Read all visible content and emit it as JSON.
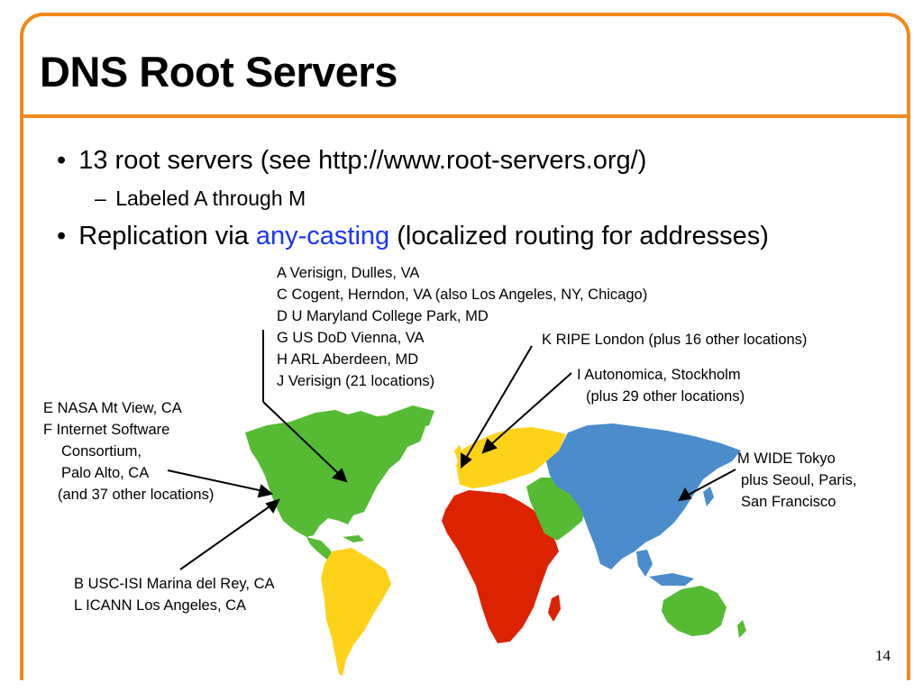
{
  "slide": {
    "title": "DNS Root Servers",
    "slide_number": "14",
    "bullets": [
      {
        "dot": "•",
        "text": "13 root servers (see http://www.root-servers.org/)"
      },
      {
        "dot": "•",
        "text_before": "Replication via ",
        "highlight": "any-casting",
        "text_after": " (localized routing for addresses)"
      }
    ],
    "sub_bullets": [
      {
        "dash": "–",
        "text": "Labeled A through M"
      }
    ],
    "colors": {
      "accent_frame": "#f08a1c",
      "highlight_text": "#1a33ff",
      "map_green": "#55bb33",
      "map_yellow": "#ffd21a",
      "map_red": "#dd2200",
      "map_blue": "#4a8ccc"
    }
  },
  "labels": {
    "us_east": [
      "A Verisign, Dulles, VA",
      "C Cogent, Herndon, VA (also Los Angeles, NY, Chicago)",
      "D U Maryland College Park, MD",
      "G US DoD Vienna, VA",
      "H ARL Aberdeen, MD",
      "J Verisign (21 locations)"
    ],
    "k_ripe": [
      "K RIPE London (plus 16 other locations)"
    ],
    "i_autonomica": [
      "I Autonomica, Stockholm",
      "(plus 29 other locations)"
    ],
    "west_coast": [
      "E NASA Mt View, CA",
      "F  Internet Software",
      "Consortium,",
      "Palo Alto, CA",
      "(and 37 other locations)"
    ],
    "m_wide": [
      "M WIDE Tokyo",
      "plus Seoul, Paris,",
      "San Francisco"
    ],
    "la": [
      "B USC-ISI Marina del Rey, CA",
      "L ICANN Los Angeles, CA"
    ]
  }
}
